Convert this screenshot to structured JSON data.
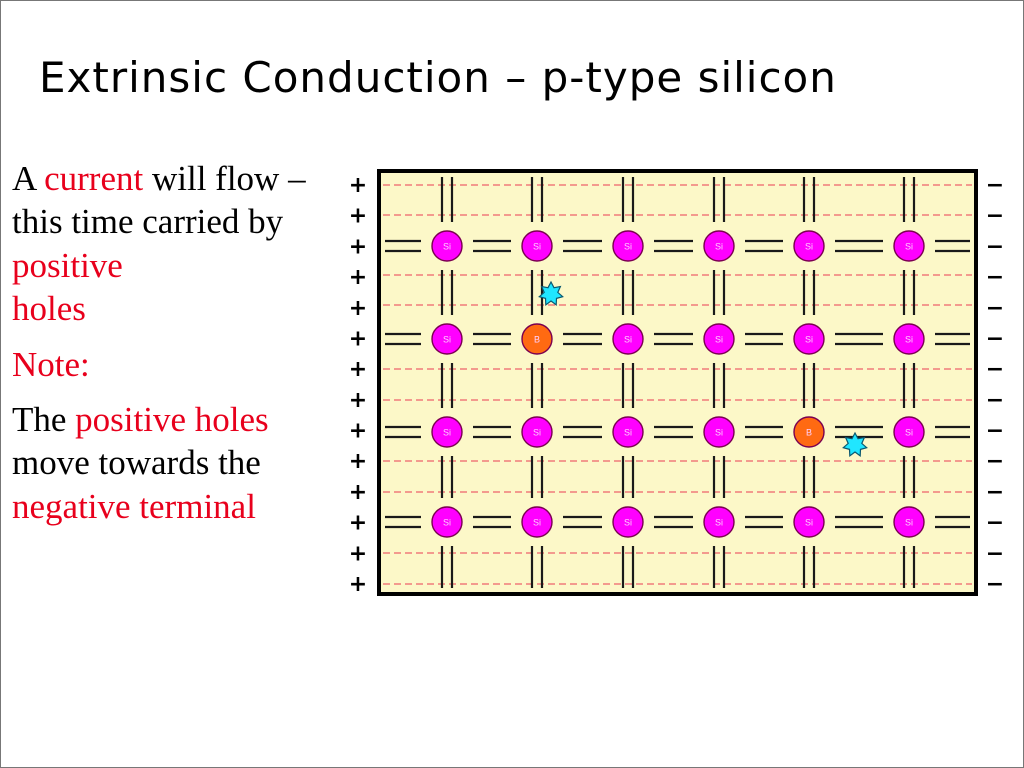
{
  "title": "Extrinsic Conduction – p-type silicon",
  "text": {
    "p1": {
      "a": "A ",
      "current": "current",
      "b": " will flow – this time carried by ",
      "positive": "positive",
      "holes": "holes"
    },
    "note": "Note:",
    "p3": {
      "a": "The ",
      "positive_holes": "positive holes",
      "b": " move towards the ",
      "neg_term": "negative terminal"
    }
  },
  "diagram": {
    "rows": 4,
    "cols": 6,
    "si_label": "Si",
    "dopant_label": "B",
    "dopants": [
      [
        1,
        1
      ],
      [
        2,
        4
      ]
    ],
    "holes": [
      [
        0,
        1
      ],
      [
        2,
        4
      ]
    ],
    "plus_sign": "+",
    "minus_sign": "−",
    "terminal_count": 14,
    "colors": {
      "panel": "#fcf8c8",
      "silicon": "#ff00ff",
      "dopant": "#ff6a12",
      "hole": "#20e6ff",
      "bond": "#1a1a1a",
      "dashed": "#f07a7a",
      "highlight": "#e8001c"
    }
  }
}
